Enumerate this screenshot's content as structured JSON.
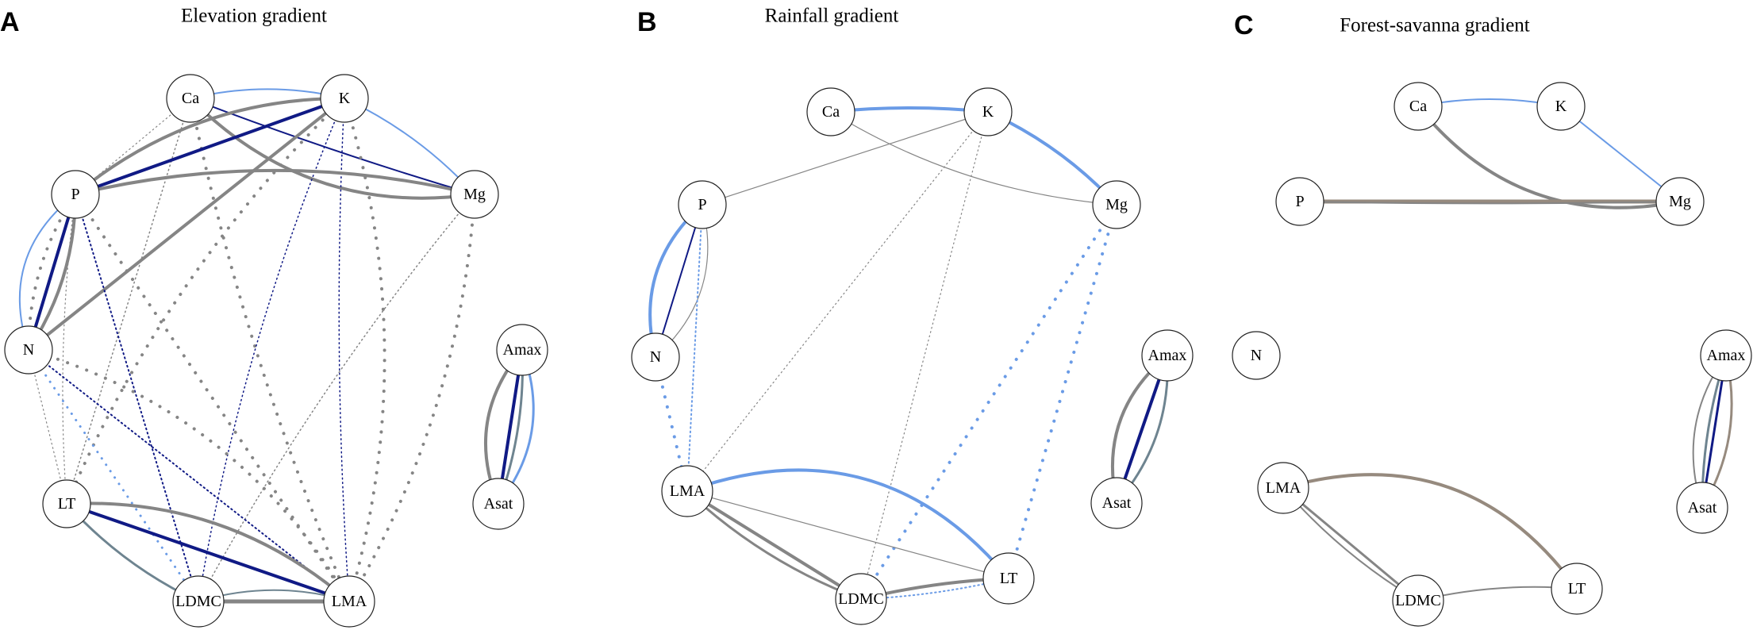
{
  "colors": {
    "gray": "#858585",
    "lightblue": "#6a9be6",
    "navy": "#101a85",
    "slate": "#6e8490",
    "taupe": "#968a7e"
  },
  "panels": [
    {
      "id": "A",
      "letter": "A",
      "title": "Elevation gradient",
      "nodes": [
        {
          "id": "Ca",
          "label": "Ca"
        },
        {
          "id": "K",
          "label": "K"
        },
        {
          "id": "P",
          "label": "P"
        },
        {
          "id": "Mg",
          "label": "Mg"
        },
        {
          "id": "N",
          "label": "N"
        },
        {
          "id": "Amax",
          "label": "Amax"
        },
        {
          "id": "Asat",
          "label": "Asat"
        },
        {
          "id": "LT",
          "label": "LT"
        },
        {
          "id": "LDMC",
          "label": "LDMC"
        },
        {
          "id": "LMA",
          "label": "LMA"
        }
      ],
      "edges": [
        {
          "s": "Ca",
          "t": "K",
          "color": "lightblue",
          "w": 2,
          "style": "solid",
          "curve": -0.12
        },
        {
          "s": "Ca",
          "t": "Mg",
          "color": "gray",
          "w": 4,
          "style": "solid",
          "curve": 0.25
        },
        {
          "s": "Ca",
          "t": "Mg",
          "color": "navy",
          "w": 2,
          "style": "solid",
          "curve": 0.02
        },
        {
          "s": "Ca",
          "t": "P",
          "color": "gray",
          "w": 1.2,
          "style": "dotted",
          "curve": 0
        },
        {
          "s": "Ca",
          "t": "LT",
          "color": "gray",
          "w": 1.5,
          "style": "dotted",
          "curve": 0
        },
        {
          "s": "Ca",
          "t": "LMA",
          "color": "gray",
          "w": 4,
          "style": "dots",
          "curve": 0.05
        },
        {
          "s": "K",
          "t": "P",
          "color": "navy",
          "w": 4,
          "style": "solid",
          "curve": 0
        },
        {
          "s": "K",
          "t": "P",
          "color": "gray",
          "w": 4,
          "style": "solid",
          "curve": 0.18
        },
        {
          "s": "K",
          "t": "N",
          "color": "gray",
          "w": 4,
          "style": "solid",
          "curve": 0
        },
        {
          "s": "K",
          "t": "Mg",
          "color": "lightblue",
          "w": 2,
          "style": "solid",
          "curve": -0.1
        },
        {
          "s": "K",
          "t": "LDMC",
          "color": "navy",
          "w": 1.5,
          "style": "dotted",
          "curve": 0.06
        },
        {
          "s": "K",
          "t": "LMA",
          "color": "navy",
          "w": 1.5,
          "style": "dotted",
          "curve": 0.03
        },
        {
          "s": "K",
          "t": "LT",
          "color": "gray",
          "w": 4,
          "style": "dots",
          "curve": 0.1
        },
        {
          "s": "K",
          "t": "LMA",
          "color": "gray",
          "w": 4,
          "style": "dots",
          "curve": -0.15
        },
        {
          "s": "Mg",
          "t": "P",
          "color": "gray",
          "w": 4,
          "style": "solid",
          "curve": 0.12
        },
        {
          "s": "Mg",
          "t": "LDMC",
          "color": "gray",
          "w": 1.5,
          "style": "dotted",
          "curve": 0.05
        },
        {
          "s": "Mg",
          "t": "LMA",
          "color": "gray",
          "w": 4,
          "style": "dots",
          "curve": -0.12
        },
        {
          "s": "P",
          "t": "N",
          "color": "navy",
          "w": 4,
          "style": "solid",
          "curve": 0
        },
        {
          "s": "P",
          "t": "N",
          "color": "gray",
          "w": 4,
          "style": "solid",
          "curve": -0.15
        },
        {
          "s": "P",
          "t": "N",
          "color": "lightblue",
          "w": 2,
          "style": "solid",
          "curve": 0.35
        },
        {
          "s": "P",
          "t": "N",
          "color": "gray",
          "w": 4,
          "style": "dots",
          "curve": 0.15
        },
        {
          "s": "P",
          "t": "LDMC",
          "color": "navy",
          "w": 2,
          "style": "dotted",
          "curve": 0
        },
        {
          "s": "P",
          "t": "LMA",
          "color": "gray",
          "w": 4,
          "style": "dots",
          "curve": 0
        },
        {
          "s": "P",
          "t": "LT",
          "color": "gray",
          "w": 1.2,
          "style": "dotted",
          "curve": 0.05
        },
        {
          "s": "N",
          "t": "LDMC",
          "color": "lightblue",
          "w": 3,
          "style": "dots",
          "curve": 0
        },
        {
          "s": "N",
          "t": "LMA",
          "color": "navy",
          "w": 2,
          "style": "dotted",
          "curve": 0
        },
        {
          "s": "N",
          "t": "LMA",
          "color": "gray",
          "w": 4,
          "style": "dots",
          "curve": -0.2
        },
        {
          "s": "N",
          "t": "LT",
          "color": "gray",
          "w": 1.2,
          "style": "dotted",
          "curve": 0
        },
        {
          "s": "Amax",
          "t": "Asat",
          "color": "navy",
          "w": 4,
          "style": "solid",
          "curve": 0
        },
        {
          "s": "Amax",
          "t": "Asat",
          "color": "gray",
          "w": 4,
          "style": "solid",
          "curve": 0.3
        },
        {
          "s": "Amax",
          "t": "Asat",
          "color": "slate",
          "w": 3,
          "style": "solid",
          "curve": -0.1
        },
        {
          "s": "Amax",
          "t": "Asat",
          "color": "lightblue",
          "w": 3,
          "style": "solid",
          "curve": -0.28
        },
        {
          "s": "LT",
          "t": "LMA",
          "color": "navy",
          "w": 4,
          "style": "solid",
          "curve": 0
        },
        {
          "s": "LT",
          "t": "LMA",
          "color": "gray",
          "w": 4,
          "style": "solid",
          "curve": -0.2
        },
        {
          "s": "LT",
          "t": "LDMC",
          "color": "slate",
          "w": 3,
          "style": "solid",
          "curve": 0.1
        },
        {
          "s": "LDMC",
          "t": "LMA",
          "color": "gray",
          "w": 5,
          "style": "solid",
          "curve": 0
        },
        {
          "s": "LDMC",
          "t": "LMA",
          "color": "slate",
          "w": 2,
          "style": "solid",
          "curve": -0.15
        }
      ]
    },
    {
      "id": "B",
      "letter": "B",
      "title": "Rainfall gradient",
      "nodes": [
        {
          "id": "Ca",
          "label": "Ca"
        },
        {
          "id": "K",
          "label": "K"
        },
        {
          "id": "P",
          "label": "P"
        },
        {
          "id": "Mg",
          "label": "Mg"
        },
        {
          "id": "N",
          "label": "N"
        },
        {
          "id": "Amax",
          "label": "Amax"
        },
        {
          "id": "Asat",
          "label": "Asat"
        },
        {
          "id": "LMA",
          "label": "LMA"
        },
        {
          "id": "LT",
          "label": "LT"
        },
        {
          "id": "LDMC",
          "label": "LDMC"
        }
      ],
      "edges": [
        {
          "s": "Ca",
          "t": "K",
          "color": "lightblue",
          "w": 4,
          "style": "solid",
          "curve": -0.05
        },
        {
          "s": "Ca",
          "t": "Mg",
          "color": "gray",
          "w": 1.2,
          "style": "solid",
          "curve": 0.12
        },
        {
          "s": "K",
          "t": "Mg",
          "color": "lightblue",
          "w": 4,
          "style": "solid",
          "curve": -0.1
        },
        {
          "s": "K",
          "t": "P",
          "color": "gray",
          "w": 1.2,
          "style": "solid",
          "curve": 0
        },
        {
          "s": "K",
          "t": "LMA",
          "color": "gray",
          "w": 1.2,
          "style": "dotted",
          "curve": 0
        },
        {
          "s": "K",
          "t": "LDMC",
          "color": "gray",
          "w": 1.2,
          "style": "dotted",
          "curve": 0
        },
        {
          "s": "P",
          "t": "N",
          "color": "navy",
          "w": 2,
          "style": "solid",
          "curve": 0
        },
        {
          "s": "P",
          "t": "N",
          "color": "lightblue",
          "w": 4,
          "style": "solid",
          "curve": 0.3
        },
        {
          "s": "P",
          "t": "N",
          "color": "gray",
          "w": 1.2,
          "style": "solid",
          "curve": -0.3
        },
        {
          "s": "P",
          "t": "LMA",
          "color": "lightblue",
          "w": 2,
          "style": "dotted",
          "curve": 0
        },
        {
          "s": "N",
          "t": "LMA",
          "color": "lightblue",
          "w": 4,
          "style": "dots",
          "curve": 0
        },
        {
          "s": "Mg",
          "t": "LDMC",
          "color": "lightblue",
          "w": 4,
          "style": "dots",
          "curve": 0
        },
        {
          "s": "Mg",
          "t": "LT",
          "color": "lightblue",
          "w": 4,
          "style": "dots",
          "curve": 0
        },
        {
          "s": "Amax",
          "t": "Asat",
          "color": "navy",
          "w": 4,
          "style": "solid",
          "curve": 0
        },
        {
          "s": "Amax",
          "t": "Asat",
          "color": "gray",
          "w": 4,
          "style": "solid",
          "curve": 0.3
        },
        {
          "s": "Amax",
          "t": "Asat",
          "color": "slate",
          "w": 3,
          "style": "solid",
          "curve": -0.2
        },
        {
          "s": "LMA",
          "t": "LT",
          "color": "lightblue",
          "w": 4,
          "style": "solid",
          "curve": -0.35
        },
        {
          "s": "LMA",
          "t": "LT",
          "color": "gray",
          "w": 1.2,
          "style": "solid",
          "curve": 0
        },
        {
          "s": "LMA",
          "t": "LDMC",
          "color": "gray",
          "w": 4,
          "style": "solid",
          "curve": 0
        },
        {
          "s": "LMA",
          "t": "LDMC",
          "color": "gray",
          "w": 3,
          "style": "solid",
          "curve": 0.1
        },
        {
          "s": "LDMC",
          "t": "LT",
          "color": "gray",
          "w": 4,
          "style": "solid",
          "curve": -0.05
        },
        {
          "s": "LDMC",
          "t": "LT",
          "color": "lightblue",
          "w": 2,
          "style": "dotted",
          "curve": 0.05
        }
      ]
    },
    {
      "id": "C",
      "letter": "C",
      "title": "Forest-savanna gradient",
      "nodes": [
        {
          "id": "Ca",
          "label": "Ca"
        },
        {
          "id": "K",
          "label": "K"
        },
        {
          "id": "P",
          "label": "P"
        },
        {
          "id": "Mg",
          "label": "Mg"
        },
        {
          "id": "N",
          "label": "N"
        },
        {
          "id": "Amax",
          "label": "Amax"
        },
        {
          "id": "Asat",
          "label": "Asat"
        },
        {
          "id": "LMA",
          "label": "LMA"
        },
        {
          "id": "LDMC",
          "label": "LDMC"
        },
        {
          "id": "LT",
          "label": "LT"
        }
      ],
      "edges": [
        {
          "s": "Ca",
          "t": "K",
          "color": "lightblue",
          "w": 2,
          "style": "solid",
          "curve": -0.1
        },
        {
          "s": "Ca",
          "t": "Mg",
          "color": "gray",
          "w": 4,
          "style": "solid",
          "curve": 0.3
        },
        {
          "s": "K",
          "t": "Mg",
          "color": "lightblue",
          "w": 2,
          "style": "solid",
          "curve": 0
        },
        {
          "s": "P",
          "t": "Mg",
          "color": "taupe",
          "w": 5,
          "style": "solid",
          "curve": 0
        },
        {
          "s": "P",
          "t": "Mg",
          "color": "gray",
          "w": 2,
          "style": "solid",
          "curve": 0.01
        },
        {
          "s": "Amax",
          "t": "Asat",
          "color": "navy",
          "w": 3,
          "style": "solid",
          "curve": 0
        },
        {
          "s": "Amax",
          "t": "Asat",
          "color": "gray",
          "w": 2,
          "style": "solid",
          "curve": 0.25
        },
        {
          "s": "Amax",
          "t": "Asat",
          "color": "slate",
          "w": 3,
          "style": "solid",
          "curve": 0.08
        },
        {
          "s": "Amax",
          "t": "Asat",
          "color": "taupe",
          "w": 3,
          "style": "solid",
          "curve": -0.2
        },
        {
          "s": "LMA",
          "t": "LT",
          "color": "taupe",
          "w": 4,
          "style": "solid",
          "curve": -0.35
        },
        {
          "s": "LMA",
          "t": "LDMC",
          "color": "gray",
          "w": 3,
          "style": "solid",
          "curve": 0
        },
        {
          "s": "LMA",
          "t": "LDMC",
          "color": "gray",
          "w": 2,
          "style": "solid",
          "curve": 0.08
        },
        {
          "s": "LDMC",
          "t": "LT",
          "color": "gray",
          "w": 2,
          "style": "solid",
          "curve": -0.08
        }
      ]
    }
  ]
}
